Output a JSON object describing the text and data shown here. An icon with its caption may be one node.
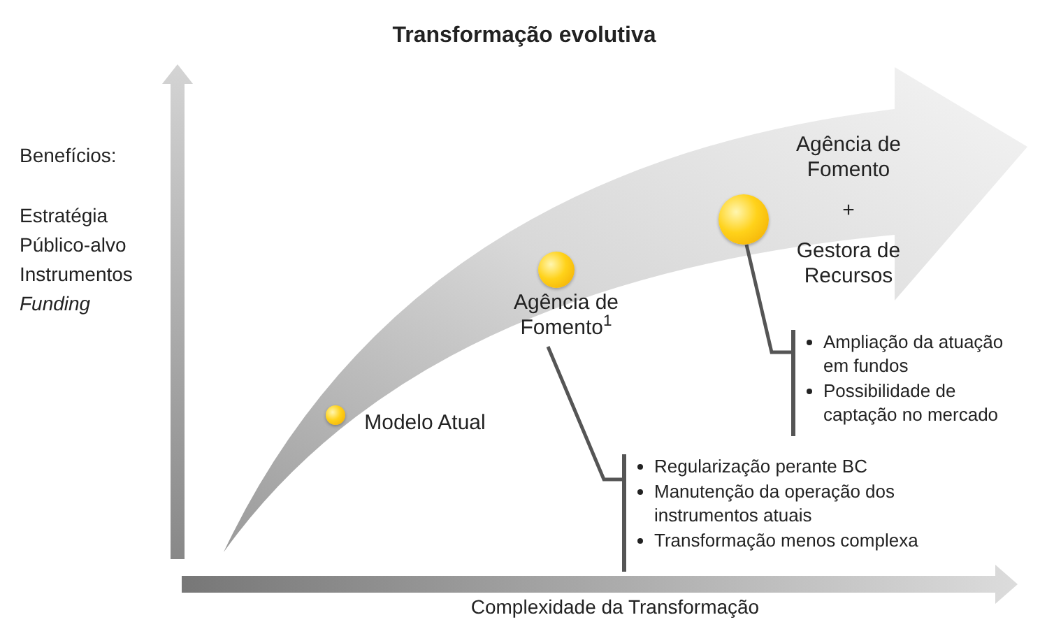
{
  "diagram": {
    "title": "Transformação evolutiva",
    "nodes": [
      {
        "text": [],
        "shape": "circle"
      },
      {
        "text": [
          "Modelo Atual"
        ]
      },
      {
        "text": [],
        "shape": "circle"
      },
      {
        "text": [
          "Agência de Fomento$^{1}$"
        ]
      },
      {
        "text": [
          "Regularização perante BC",
          "Manutenção da operação dos instrumentos atuais",
          "Transformação menos complexa"
        ]
      },
      {
        "text": [],
        "shape": "circle"
      },
      {
        "text": [
          "Agência de Fomento",
          "+",
          "Gestora de Recursos"
        ]
      },
      {
        "text": [
          "Ampliação da atuação em fundos",
          "Possibilidade de captação no mercado"
        ]
      }
    ],
    "edges": [
      {
        "from": 3,
        "to": 4,
        "arrow": "none"
      },
      {
        "from": 5,
        "to": 7,
        "arrow": "none"
      }
    ],
    "labels": [
      "Benefícios:",
      "Estratégia",
      "Público-alvo",
      "Instrumentos",
      "Funding",
      "Complexidade da Transformação"
    ]
  }
}
